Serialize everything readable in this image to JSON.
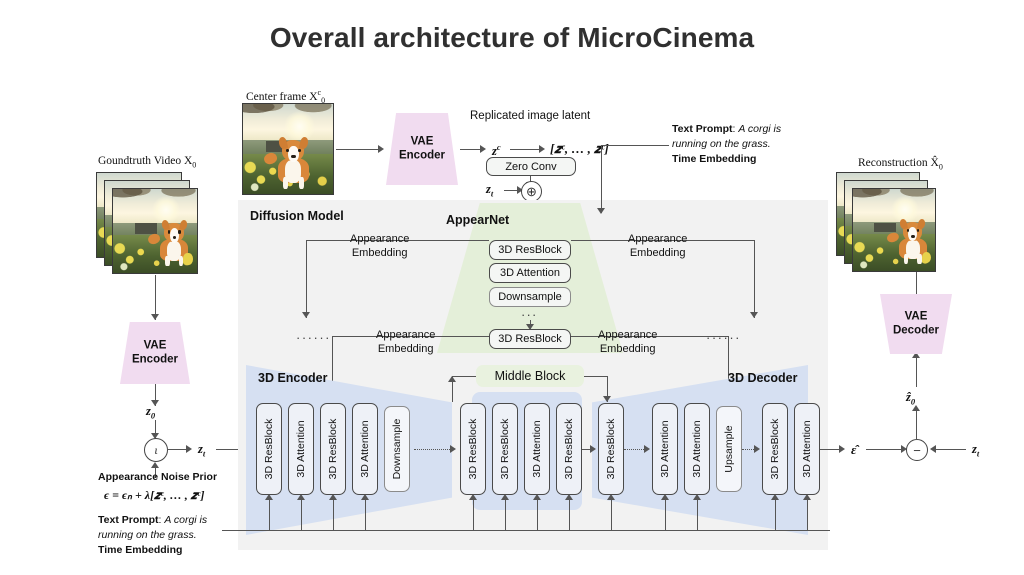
{
  "title": "Overall architecture of MicroCinema",
  "colors": {
    "panel_bg": "#f2f2f2",
    "appearnet_green": "#e4efd9",
    "unet_blue": "#d6e0f2",
    "vae_pink": "#f1dcf0",
    "block_fill": "#eef1f7",
    "stroke": "#4a4a4a",
    "title": "#303030"
  },
  "inputs": {
    "center_frame_caption": "Center frame X",
    "center_frame_sup": "c",
    "center_frame_sub": "0",
    "groundtruth_caption": "Goundtruth Video X",
    "groundtruth_sub": "0",
    "reconstruction_caption": "Reconstruction X̂",
    "reconstruction_sub": "0"
  },
  "vae": {
    "encoder_label_line1": "VAE",
    "encoder_label_line2": "Encoder",
    "decoder_label_line1": "VAE",
    "decoder_label_line2": "Decoder"
  },
  "latents": {
    "z_c": "z",
    "z_c_sup": "c",
    "replicated_caption": "Replicated image latent",
    "replicated_expr": "[z",
    "replicated_expr_full": "[𝒛ᶜ, … , 𝒛ᶜ]",
    "zero_conv": "Zero Conv",
    "z_t": "z",
    "z_t_sub": "t",
    "z_0": "z",
    "z_0_sub": "0",
    "z_hat_0": "ẑ",
    "z_hat_0_sub": "0",
    "eps_hat": "ε̂",
    "sum_glyph": "⊕",
    "minus_glyph": "−",
    "noise_circle_glyph": "ι"
  },
  "appearance_noise_prior": {
    "heading": "Appearance Noise Prior",
    "equation": "ϵ = ϵₙ + λ[𝒛ᶜ, … , 𝒛ᶜ]"
  },
  "prompt": {
    "label": "Text Prompt",
    "colon": ": ",
    "text_line1": "A corgi is",
    "text_line2": "running on the grass.",
    "time_embedding": "Time Embedding"
  },
  "panels": {
    "diffusion_model": "Diffusion Model",
    "appearnet": "AppearNet",
    "encoder": "3D Encoder",
    "middle_block": "Middle Block",
    "decoder": "3D Decoder"
  },
  "appearance_embedding": {
    "line1": "Appearance",
    "line2": "Embedding"
  },
  "appearnet_blocks": [
    {
      "label": "3D ResBlock"
    },
    {
      "label": "3D Attention"
    },
    {
      "label": "Downsample"
    },
    {
      "label": "3D ResBlock"
    }
  ],
  "encoder_blocks": [
    {
      "label": "3D ResBlock"
    },
    {
      "label": "3D Attention"
    },
    {
      "label": "3D ResBlock"
    },
    {
      "label": "3D Attention"
    },
    {
      "label": "Downsample"
    },
    {
      "label": "3D ResBlock"
    }
  ],
  "middle_blocks": [
    {
      "label": "3D ResBlock"
    },
    {
      "label": "3D Attention"
    },
    {
      "label": "3D ResBlock"
    }
  ],
  "decoder_blocks": [
    {
      "label": "3D ResBlock"
    },
    {
      "label": "3D Attention"
    },
    {
      "label": "3D Attention"
    },
    {
      "label": "Upsample"
    },
    {
      "label": "3D ResBlock"
    },
    {
      "label": "3D Attention"
    }
  ],
  "ellipsis": {
    "horizontal_dots": "···",
    "wide_dots": "······",
    "vertical_dots": "···"
  }
}
